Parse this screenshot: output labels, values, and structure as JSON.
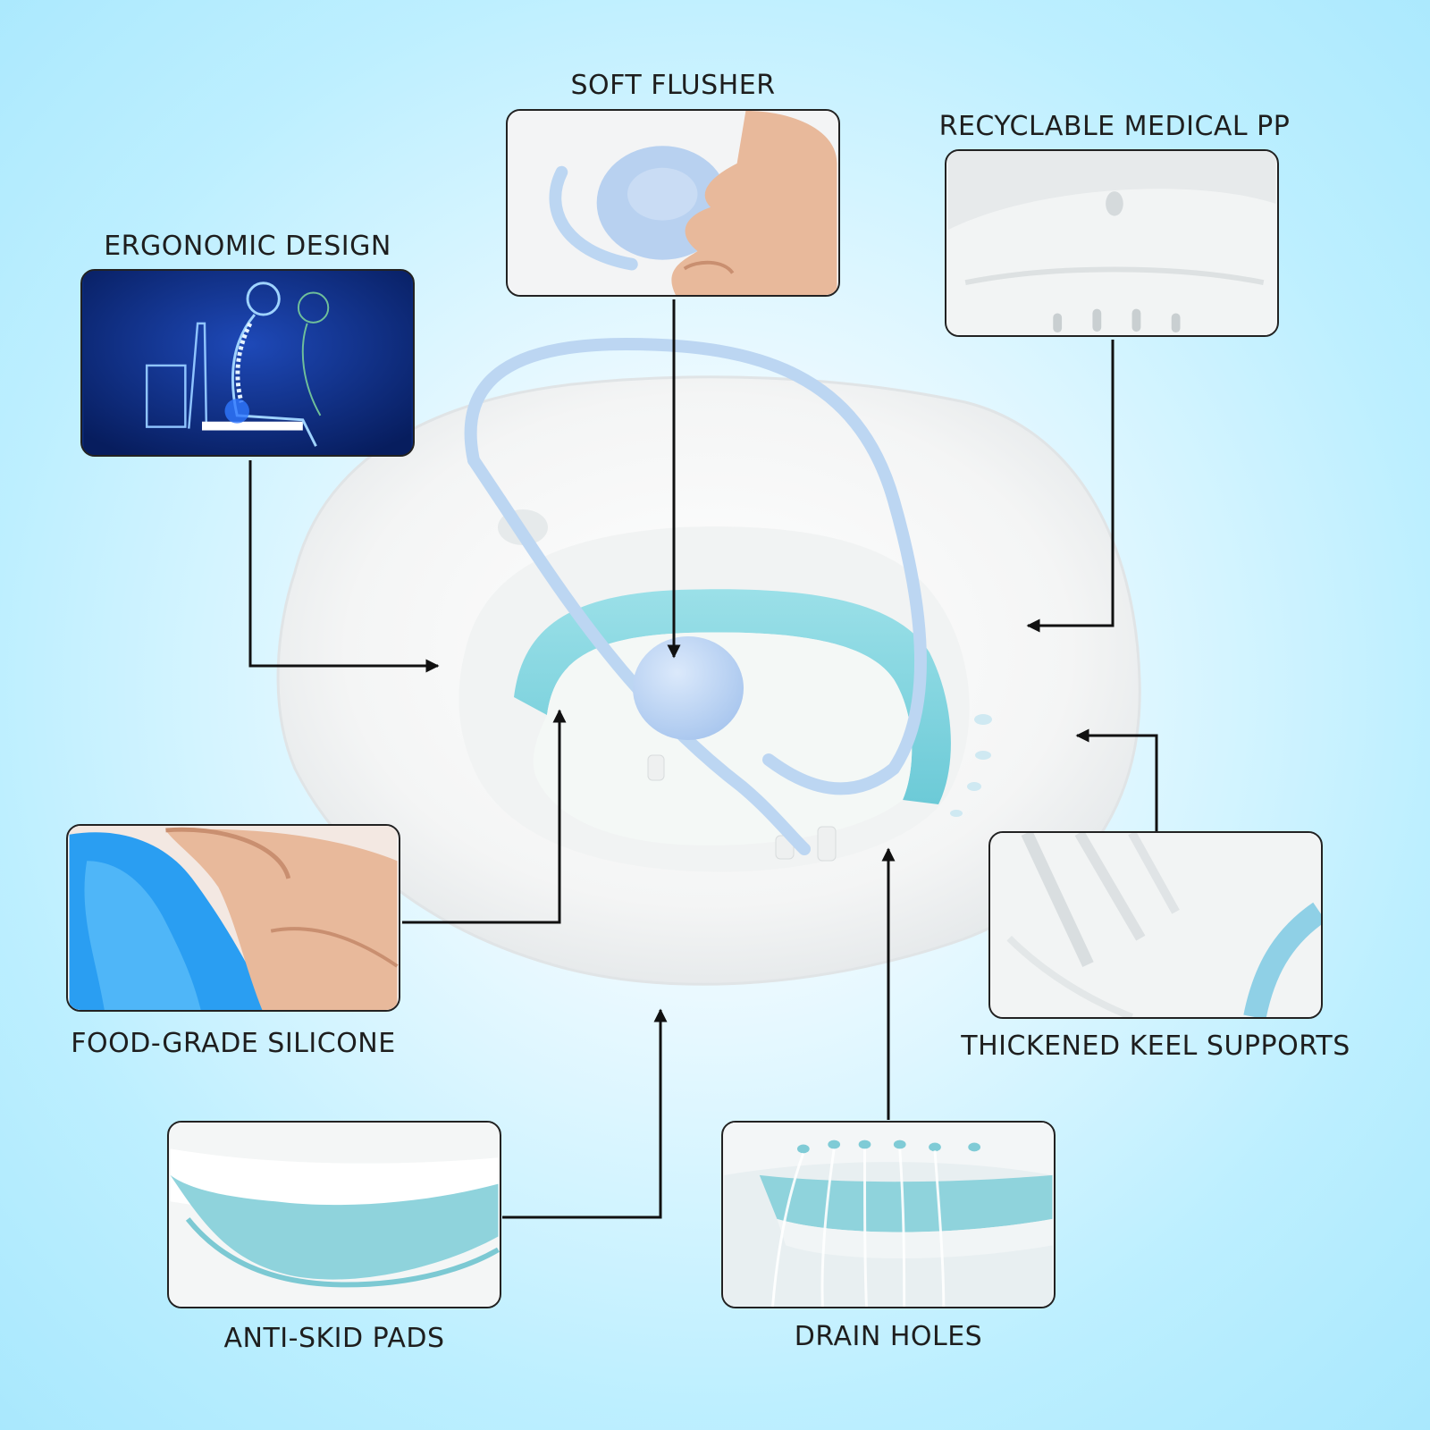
{
  "features": {
    "soft_flusher": "SOFT FLUSHER",
    "recyclable_pp": "RECYCLABLE MEDICAL PP",
    "ergonomic_design": "ERGONOMIC DESIGN",
    "food_grade_silicone": "FOOD-GRADE SILICONE",
    "thickened_keel": "THICKENED KEEL SUPPORTS",
    "anti_skid_pads": "ANTI-SKID PADS",
    "drain_holes": "DRAIN HOLES"
  },
  "colors": {
    "background": "#b3ebfd",
    "tub_white": "#f7f8f8",
    "silicone_teal": "#7fd3dd",
    "hose_blue": "#bcd6f2",
    "ergonomic_bg": "#0b2a7a",
    "arrow": "#111111"
  }
}
